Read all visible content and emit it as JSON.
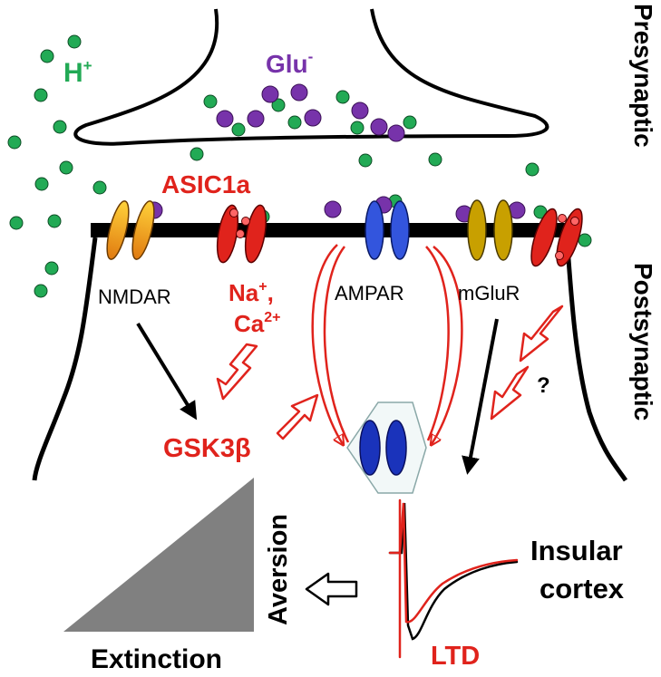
{
  "labels": {
    "h_plus": "H",
    "h_plus_sup": "+",
    "glu": "Glu",
    "glu_sup": "-",
    "presynaptic": "Presynaptic",
    "postsynaptic": "Postsynaptic",
    "asic1a": "ASIC1a",
    "nmdar": "NMDAR",
    "na": "Na",
    "na_sup": "+",
    "na_comma": ",",
    "ca": "Ca",
    "ca_sup": "2+",
    "ampar": "AMPAR",
    "mglur": "mGluR",
    "question": "?",
    "gsk3b": "GSK3β",
    "aversion": "Aversion",
    "extinction": "Extinction",
    "insular": "Insular",
    "cortex": "cortex",
    "ltd": "LTD"
  },
  "colors": {
    "proton": "#22aa55",
    "glutamate": "#7733aa",
    "asic_red": "#e0231c",
    "nmdar_orange": "#f0a020",
    "ampar_blue": "#3355dd",
    "internal_ampar_blue": "#1a33bb",
    "mglur_gold": "#c8a000",
    "triangle_gray": "#808080",
    "label_green": "#22aa55",
    "label_purple": "#7733aa"
  }
}
